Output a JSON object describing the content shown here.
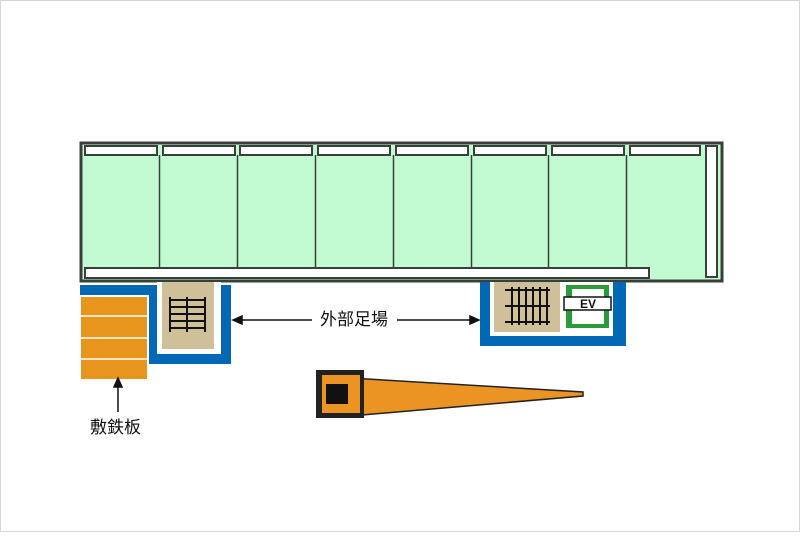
{
  "labels": {
    "scaffold": "外部足場",
    "iron_plate": "敷鉄板",
    "elevator": "EV"
  },
  "colors": {
    "building_fill": "#c2fbd2",
    "building_outline": "#3a3f3a",
    "scaffold_blue": "#0068b5",
    "stair_beige": "#cfc09a",
    "iron_plate_orange": "#e8951e",
    "crane_orange": "#eb9424",
    "ev_green": "#2a9a3a",
    "text": "#111111"
  },
  "building": {
    "bays": 8
  },
  "icons": [
    "stair-icon",
    "elevator-icon",
    "crane-icon",
    "arrow-icon"
  ]
}
